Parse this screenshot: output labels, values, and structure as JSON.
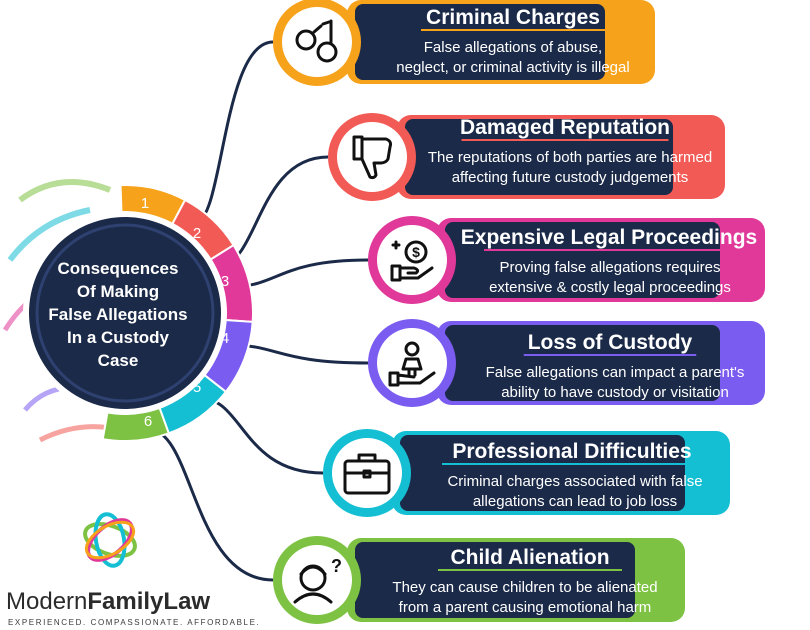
{
  "center": {
    "lines": [
      "Consequences",
      "Of Making",
      "False Allegations",
      "In a Custody",
      "Case"
    ]
  },
  "cards": [
    {
      "number": "1",
      "title": "Criminal Charges",
      "desc": [
        "False allegations of abuse,",
        "neglect, or criminal activity is illegal"
      ],
      "color": "#f7a21b",
      "icon": "handcuffs-icon"
    },
    {
      "number": "2",
      "title": "Damaged Reputation",
      "desc": [
        "The reputations of both parties are harmed",
        "affecting future custody judgements"
      ],
      "color": "#f25a55",
      "icon": "thumbs-down-icon"
    },
    {
      "number": "3",
      "title": "Expensive Legal Proceedings",
      "desc": [
        "Proving false allegations requires",
        "extensive & costly legal proceedings"
      ],
      "color": "#e0399a",
      "icon": "money-hand-icon"
    },
    {
      "number": "4",
      "title": "Loss of Custody",
      "desc": [
        "False allegations can impact a parent's",
        "ability to have custody or visitation"
      ],
      "color": "#7b5cf0",
      "icon": "child-in-hand-icon"
    },
    {
      "number": "5",
      "title": "Professional Difficulties",
      "desc": [
        "Criminal charges associated with false",
        "allegations can lead to job loss"
      ],
      "color": "#15bfd3",
      "icon": "briefcase-icon"
    },
    {
      "number": "6",
      "title": "Child Alienation",
      "desc": [
        "They can cause children to be  alienated",
        "from a parent causing emotional harm"
      ],
      "color": "#7dc243",
      "icon": "confused-child-icon"
    }
  ],
  "brand": {
    "name_regular": "Modern",
    "name_bold": "FamilyLaw",
    "tagline": "EXPERIENCED. COMPASSIONATE. AFFORDABLE."
  },
  "colors": {
    "navy": "#1b2a48",
    "connector": "#1b2a48"
  }
}
